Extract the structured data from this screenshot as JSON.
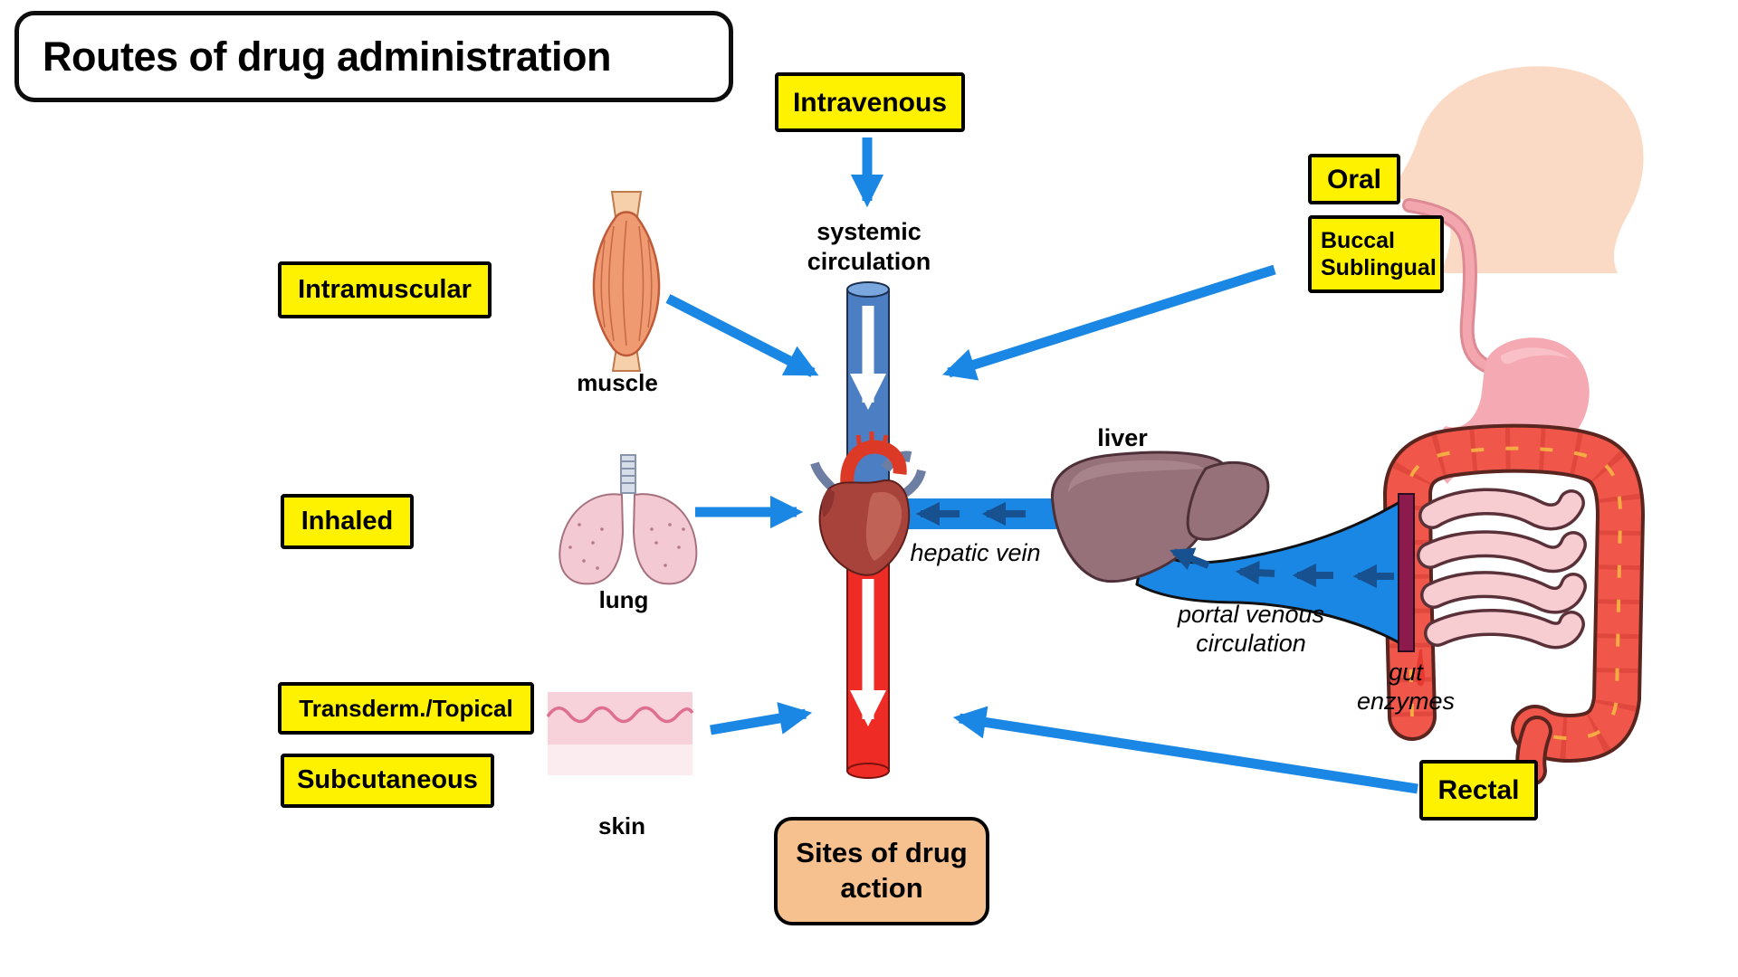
{
  "title": "Routes of drug administration",
  "route_boxes": {
    "intravenous": "Intravenous",
    "oral": "Oral",
    "buccal_sublingual": "Buccal Sublingual",
    "intramuscular": "Intramuscular",
    "inhaled": "Inhaled",
    "transdermal_topical": "Transderm./Topical",
    "subcutaneous": "Subcutaneous",
    "rectal": "Rectal"
  },
  "anatomy_labels": {
    "systemic_circulation": "systemic circulation",
    "muscle": "muscle",
    "lung": "lung",
    "skin": "skin",
    "liver": "liver",
    "hepatic_vein": "hepatic vein",
    "portal_venous_circulation": "portal venous circulation",
    "gut_enzymes": "gut enzymes"
  },
  "sites_box": "Sites of drug action",
  "colors": {
    "highlight_yellow": "#FEF200",
    "arrow_blue": "#1B87E5",
    "flow_arrow_navy": "#17518F",
    "vein_tube_blue": "#4C7EC4",
    "artery_tube_red": "#EE2B24",
    "sites_box_peach": "#F6C18F",
    "liver_mauve": "#97717A",
    "portal_bar_maroon": "#8C1A4D"
  }
}
